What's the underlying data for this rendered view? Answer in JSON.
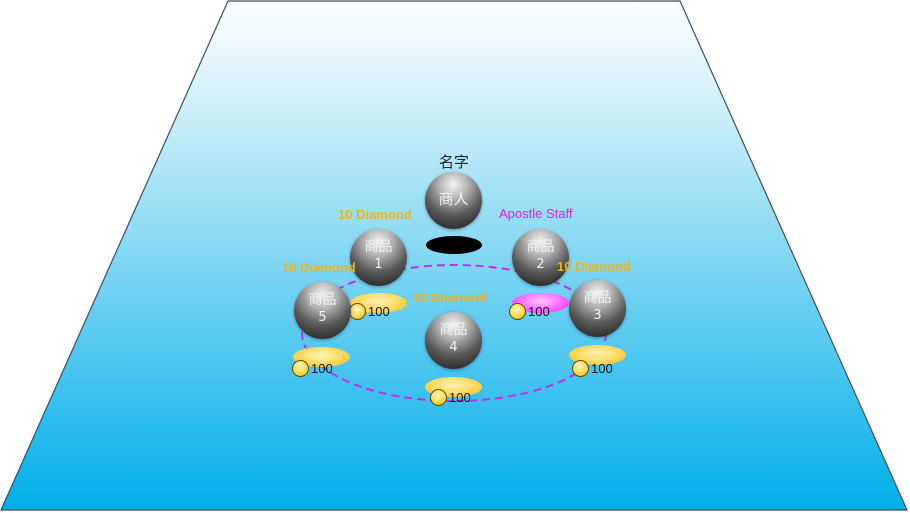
{
  "npc": {
    "name": "名字",
    "label": "商人"
  },
  "item_label": "商品",
  "items": [
    {
      "index": "1",
      "price": "10 Diamond",
      "pad_color": "gold",
      "coin_count": "100"
    },
    {
      "index": "2",
      "price": "Apostle Staff",
      "pad_color": "pink",
      "coin_count": "100"
    },
    {
      "index": "3",
      "price": "10 Diamond",
      "pad_color": "gold",
      "coin_count": "100"
    },
    {
      "index": "4",
      "price": "10 Diamond",
      "pad_color": "gold",
      "coin_count": "100"
    },
    {
      "index": "5",
      "price": "10 Diamond",
      "pad_color": "gold",
      "coin_count": "100"
    }
  ],
  "colors": {
    "floor_top": "#d8f4fc",
    "floor_bottom": "#00aee8",
    "ring": "#c030e0",
    "price_gold": "#f0b21a",
    "price_pink": "#e020e0"
  }
}
